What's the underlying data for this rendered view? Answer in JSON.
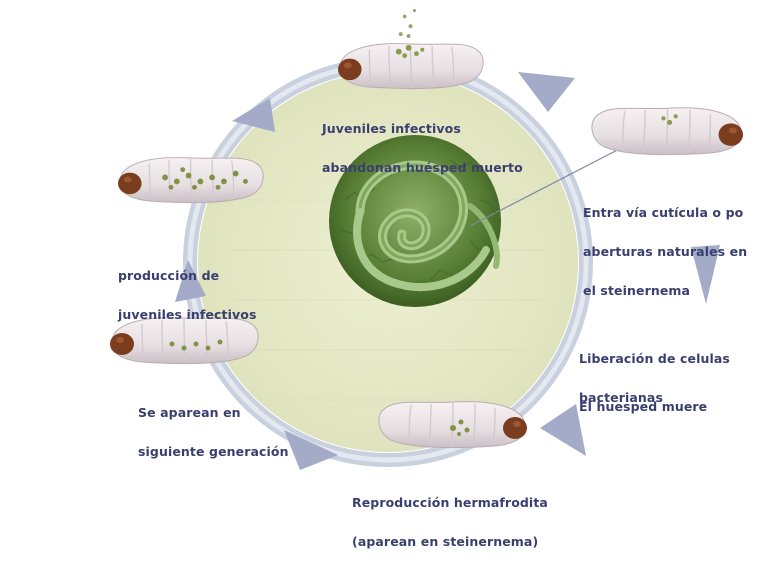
{
  "colors": {
    "disc_fill": "#e9ecc9",
    "ring": "#c4ccdc",
    "arrow": "#9fa7c5",
    "text": "#3a3f70",
    "larva_body": "#efe9ea",
    "larva_shade": "#cfc6cc",
    "larva_head": "#7a3d1e",
    "nematode_green": "#5f8f3c"
  },
  "steps": {
    "juveniles_leave": {
      "line1": "Juveniles infectivos",
      "line2": "abandonan huésped muerto"
    },
    "entry": {
      "line1": "Entra vía cutícula o po",
      "line2": "aberturas naturales en",
      "line3": "el steinernema"
    },
    "bacteria_release": {
      "line1": "Liberación de celulas",
      "line2": "bacterianas"
    },
    "host_dies": {
      "line1": "El huesped muere"
    },
    "hermaphrodite": {
      "line1": "Reproducción hermafrodita",
      "line2": "(aparean en steinernema)"
    },
    "mating": {
      "line1": "Se aparean en",
      "line2": "siguiente generación"
    },
    "juvenile_production": {
      "line1": "producción de",
      "line2": "juveniles infectivos"
    }
  },
  "icons": {
    "center": "nematode-micrograph-icon",
    "larva": "grub-larva-icon",
    "arrow": "cycle-arrow-icon"
  }
}
